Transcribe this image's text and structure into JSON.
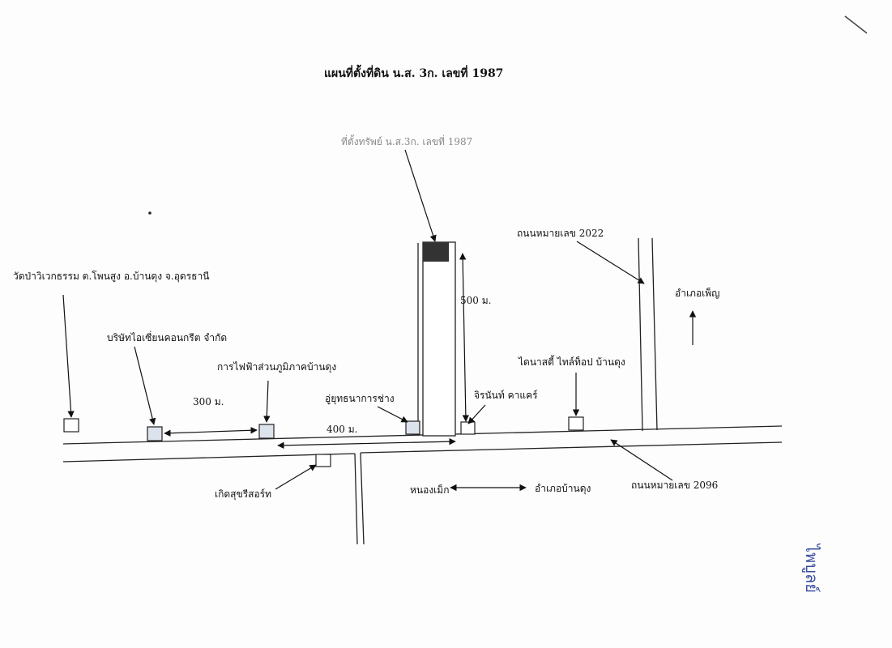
{
  "title": "แผนที่ตั้งที่ดิน น.ส. 3ก. เลขที่ 1987",
  "property_label": "ที่ตั้งทรัพย์ น.ส.3ก. เลขที่ 1987",
  "landmarks": {
    "temple": "วัดป่าวิเวกธรรม ต.โพนสูง อ.บ้านดุง จ.อุดรธานี",
    "concrete_company": "บริษัทไอเซี่ยนคอนกรีต จำกัด",
    "electricity": "การไฟฟ้าส่วนภูมิภาคบ้านดุง",
    "garage": "อู่ยุทธนาการช่าง",
    "car_care": "จิรนันท์ คาแคร์",
    "tile_shop": "ไดนาสตี้ ไทล์ท็อป บ้านดุง",
    "resort": "เกิดสุขรีสอร์ท"
  },
  "roads": {
    "road_2022": "ถนนหมายเลข 2022",
    "road_2096": "ถนนหมายเลข 2096"
  },
  "directions": {
    "phen": "อำเภอเพ็ญ",
    "nong_mek": "หนองเม็ก",
    "ban_dung": "อำเภอบ้านดุง"
  },
  "distances": {
    "d300": "300 ม.",
    "d400": "400 ม.",
    "d500": "500 ม."
  },
  "signature": "ไพบูลย์"
}
